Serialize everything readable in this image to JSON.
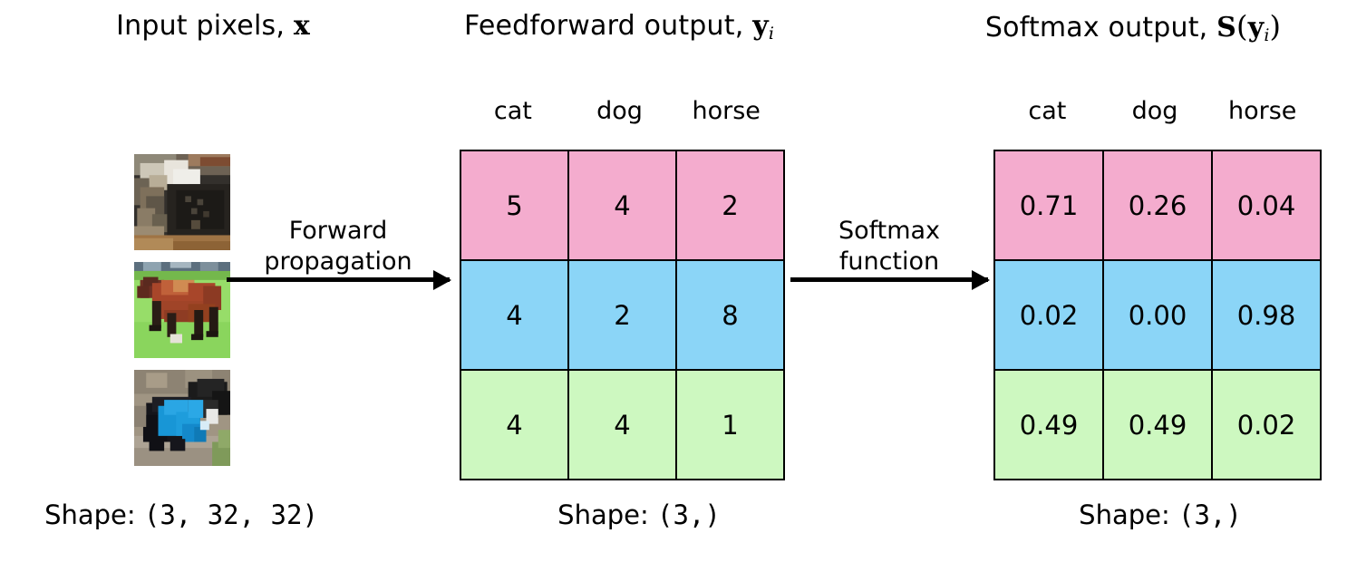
{
  "titles": {
    "input": {
      "text": "Input pixels,",
      "symbol": "x"
    },
    "feedforward": {
      "text": "Feedforward output,",
      "symbol": "y",
      "subscript": "i"
    },
    "softmax": {
      "text": "Softmax output,",
      "symbol_s": "S",
      "paren_open": "(",
      "symbol_y": "y",
      "subscript": "i",
      "paren_close": ")"
    }
  },
  "class_labels": [
    "cat",
    "dog",
    "horse"
  ],
  "arrows": {
    "forward": {
      "line1": "Forward",
      "line2": "propagation"
    },
    "softmax": {
      "line1": "Softmax",
      "line2": "function"
    }
  },
  "thumbnails": [
    {
      "name": "cat",
      "alt": "cat"
    },
    {
      "name": "horse",
      "alt": "horse"
    },
    {
      "name": "dog",
      "alt": "dog"
    }
  ],
  "shapes": {
    "input": {
      "label": "Shape:",
      "value": "(3, 32, 32)"
    },
    "feedforward": {
      "label": "Shape:",
      "value": "(3,)"
    },
    "softmax": {
      "label": "Shape:",
      "value": "(3,)"
    }
  },
  "colors": {
    "row_pink": "#f4acce",
    "row_blue": "#8bd5f7",
    "row_green": "#cdf8c0",
    "border": "#000000",
    "background": "#ffffff"
  },
  "chart_data": {
    "type": "table",
    "title": "Softmax transformation of feedforward logits",
    "columns": [
      "cat",
      "dog",
      "horse"
    ],
    "tables": [
      {
        "name": "feedforward_output",
        "title": "Feedforward output, y_i",
        "shape": "(3,)",
        "rows": [
          {
            "row_color": "#f4acce",
            "values": [
              "5",
              "4",
              "2"
            ]
          },
          {
            "row_color": "#8bd5f7",
            "values": [
              "4",
              "2",
              "8"
            ]
          },
          {
            "row_color": "#cdf8c0",
            "values": [
              "4",
              "4",
              "1"
            ]
          }
        ]
      },
      {
        "name": "softmax_output",
        "title": "Softmax output, S(y_i)",
        "shape": "(3,)",
        "rows": [
          {
            "row_color": "#f4acce",
            "values": [
              "0.71",
              "0.26",
              "0.04"
            ]
          },
          {
            "row_color": "#8bd5f7",
            "values": [
              "0.02",
              "0.00",
              "0.98"
            ]
          },
          {
            "row_color": "#cdf8c0",
            "values": [
              "0.49",
              "0.49",
              "0.02"
            ]
          }
        ]
      }
    ]
  }
}
